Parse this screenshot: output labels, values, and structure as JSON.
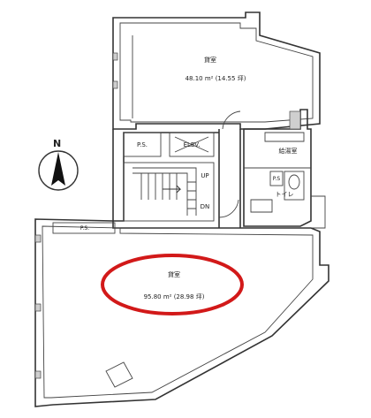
{
  "compass": {
    "label": "N",
    "icon": "north-arrow-icon"
  },
  "rooms": {
    "upper_office": {
      "name": "貸室",
      "area": "48.10 m² (14.55 坪)"
    },
    "lower_office": {
      "name": "貸室",
      "area": "95.80 m² (28.98 坪)"
    },
    "kitchen": {
      "name": "給湯室"
    },
    "toilet": {
      "name": "トイレ"
    },
    "ps_upper": {
      "name": "P.S."
    },
    "ps_small": {
      "name": "P.S"
    },
    "ps_lower": {
      "name": "P.S."
    },
    "elevator": {
      "name": "ELEV."
    },
    "stair": {
      "up": "UP",
      "down": "DN"
    }
  },
  "highlight": {
    "color": "#d21919",
    "target": "lower_office"
  },
  "colors": {
    "wall": "#333333",
    "fill": "#ffffff",
    "hatch": "#cfcfcf"
  }
}
